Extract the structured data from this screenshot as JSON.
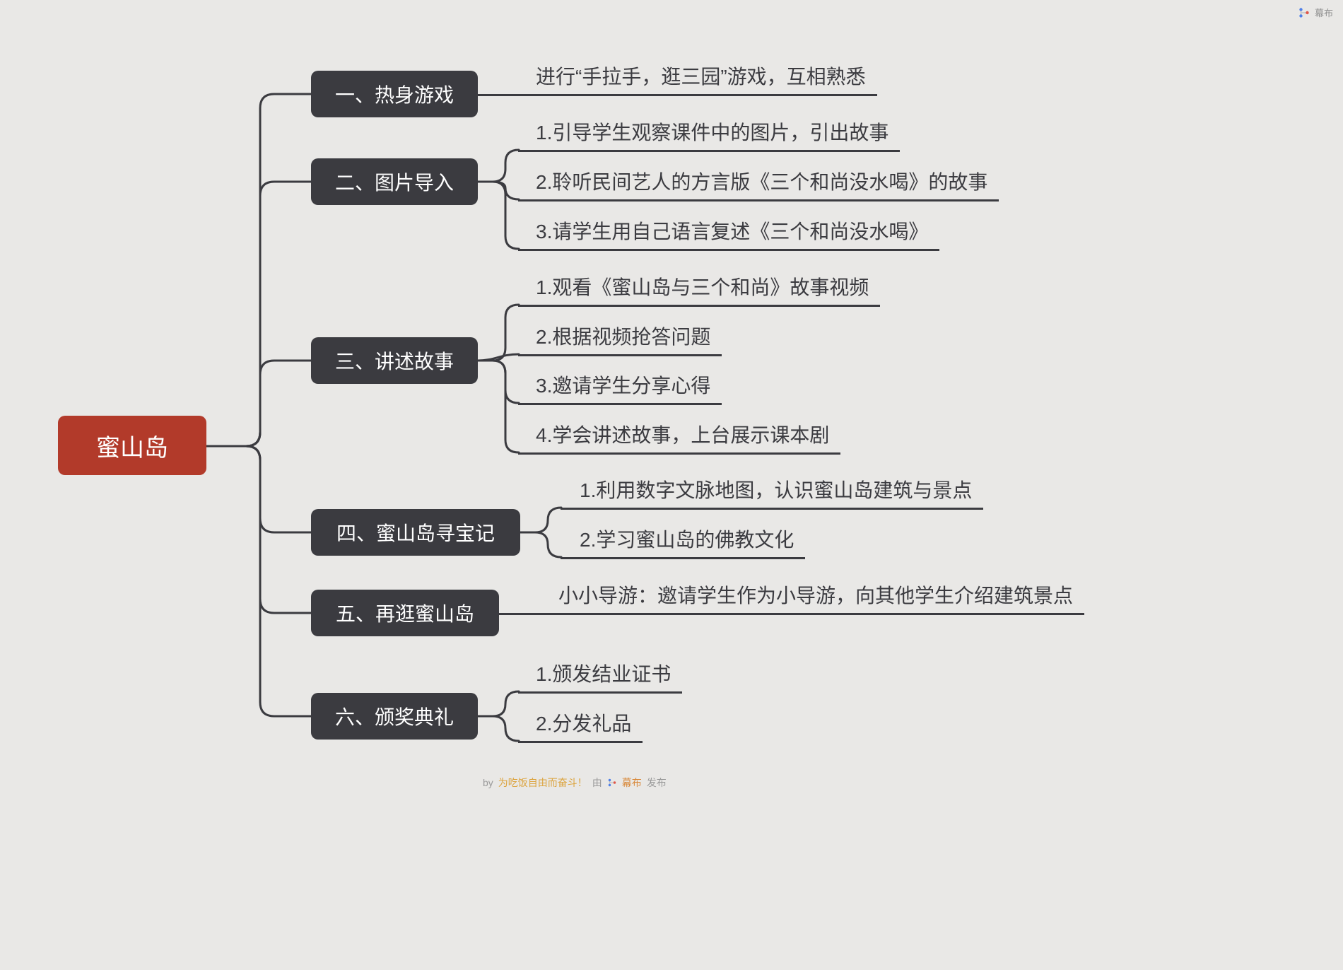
{
  "app": {
    "brand": "幕布",
    "footer": {
      "prefix": "by",
      "author": "为吃饭自由而奋斗！",
      "middle": "由",
      "brand": "幕布",
      "suffix": "发布"
    }
  },
  "mindmap": {
    "root": {
      "label": "蜜山岛"
    },
    "branches": [
      {
        "label": "一、热身游戏",
        "children": [
          "进行“手拉手，逛三园”游戏，互相熟悉"
        ]
      },
      {
        "label": "二、图片导入",
        "children": [
          "1.引导学生观察课件中的图片，引出故事",
          "2.聆听民间艺人的方言版《三个和尚没水喝》的故事",
          "3.请学生用自己语言复述《三个和尚没水喝》"
        ]
      },
      {
        "label": "三、讲述故事",
        "children": [
          "1.观看《蜜山岛与三个和尚》故事视频",
          "2.根据视频抢答问题",
          "3.邀请学生分享心得",
          "4.学会讲述故事，上台展示课本剧"
        ]
      },
      {
        "label": "四、蜜山岛寻宝记",
        "children": [
          "1.利用数字文脉地图，认识蜜山岛建筑与景点",
          "2.学习蜜山岛的佛教文化"
        ]
      },
      {
        "label": "五、再逛蜜山岛",
        "children": [
          "小小导游：邀请学生作为小导游，向其他学生介绍建筑景点"
        ]
      },
      {
        "label": "六、颁奖典礼",
        "children": [
          "1.颁发结业证书",
          "2.分发礼品"
        ]
      }
    ],
    "colors": {
      "background": "#e9e8e6",
      "root_bg": "#b23a2a",
      "node_bg": "#3b3b40",
      "node_text": "#ffffff",
      "leaf_text": "#3b3b40",
      "line": "#3b3b40",
      "brand_text": "#8f8f8f",
      "footer_muted": "#9a9a9a",
      "footer_author": "#dca43f",
      "footer_brand": "#d98a3c",
      "logo_blue": "#4e7fe8",
      "logo_red": "#e0564a"
    }
  }
}
